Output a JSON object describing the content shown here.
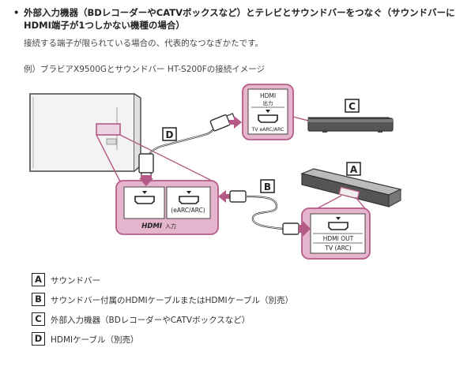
{
  "header": {
    "bullet": "•",
    "title": "外部入力機器（BDレコーダーやCATVボックスなど）とテレビとサウンドバーをつなぐ（サウンドバーにHDMI端子が1つしかない機種の場合）"
  },
  "intro": "接続する端子が限られている場合の、代表的なつなぎかたです。",
  "example": "例）ブラビアX9500Gとサウンドバー HT-S200Fの接続イメージ",
  "diagram": {
    "tv_panel": {
      "port_label_earc": "(eARC/ARC)",
      "hdmi_logo": "HDMI",
      "input_label": "入力"
    },
    "source_device": {
      "port_title_line1": "HDMI",
      "port_title_line2": "出力",
      "port_label": "TV eARC/ARC"
    },
    "soundbar_panel": {
      "port_label_top": "HDMI OUT",
      "port_label_bottom": "TV (ARC)"
    },
    "callouts": {
      "a": "A",
      "b": "B",
      "c": "C",
      "d": "D"
    }
  },
  "legend": [
    {
      "key": "A",
      "text": "サウンドバー"
    },
    {
      "key": "B",
      "text": "サウンドバー付属のHDMIケーブルまたはHDMIケーブル（別売）"
    },
    {
      "key": "C",
      "text": "外部入力機器（BDレコーダーやCATVボックスなど）"
    },
    {
      "key": "D",
      "text": "HDMIケーブル（別売）"
    }
  ],
  "colors": {
    "highlight": "#b45a86",
    "highlight_fill": "#ecd3e0",
    "device_dark": "#444444",
    "device_light": "#d8d8d8"
  }
}
